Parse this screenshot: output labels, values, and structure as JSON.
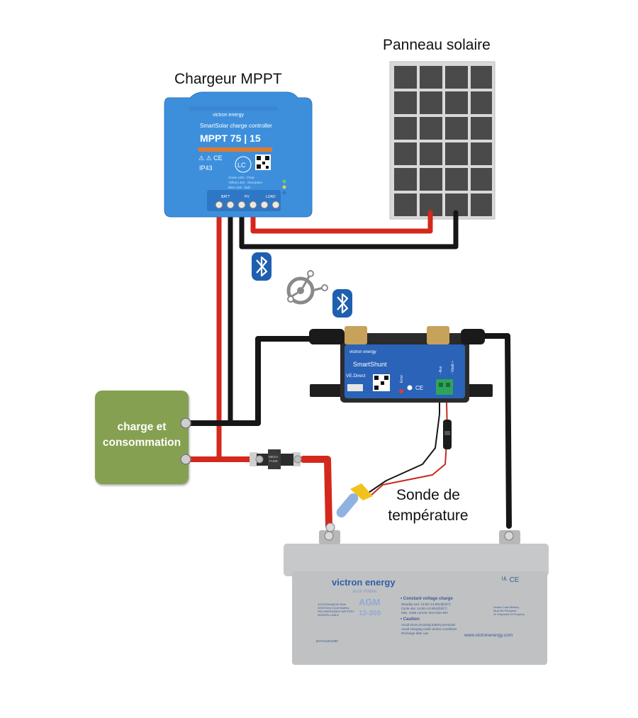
{
  "labels": {
    "mppt": "Chargeur MPPT",
    "panel": "Panneau solaire",
    "load_line1": "charge et",
    "load_line2": "consommation",
    "probe_line1": "Sonde de",
    "probe_line2": "température"
  },
  "mppt_device": {
    "brand": "victron energy",
    "product_line": "SmartSolar charge controller",
    "model": "MPPT 75 | 15",
    "ip_rating": "IP43",
    "led_legend": [
      "Green LED : Float",
      "Yellow LED : Absorption",
      "Blue LED : Bulk"
    ],
    "terminals": [
      "BATT",
      "PV",
      "LOAD"
    ]
  },
  "shunt_device": {
    "brand": "victron energy",
    "name": "SmartShunt",
    "port": "VE.Direct",
    "error_label": "Error",
    "aux_labels": [
      "Aux",
      "Vbatt +"
    ]
  },
  "fuse": {
    "label": "MEGA FUSE"
  },
  "battery": {
    "brand": "victron energy",
    "tagline": "BLUE POWER",
    "type": "AGM",
    "model": "12-200",
    "spec_title": "Constant voltage charge",
    "spec_lines": [
      "Standby use: 13.50~13.80V@25°C",
      "Cycle use: 14.50~14.90V@25°C",
      "Max. initial current: less than 60A"
    ],
    "caution_title": "Caution:",
    "caution_lines": [
      "Avoid short-circuiting battery terminals",
      "Avoid charging under airless conditions",
      "Recharge after use"
    ],
    "left_lines": [
      "12V/200Ah@10h Rate",
      "AGM Deep Cycle Battery",
      "RECHARGEABLE BATTERY",
      "NONSPILLABLE"
    ],
    "part_number": "BAT412201080",
    "website": "www.victronenergy.com",
    "right_note": [
      "Sealed Lead Battery",
      "Must Be Recycled",
      "Or Disposed Of Properly"
    ]
  },
  "colors": {
    "wire_red": "#d4281c",
    "wire_black": "#161616",
    "victron_blue": "#3d8fdc",
    "shunt_body": "#2a63b8",
    "load_green": "#86a051",
    "panel_cell": "#4a4a4a",
    "battery_body": "#c6c8ca",
    "bluetooth": "#1e5fb0"
  },
  "icons": [
    "bluetooth-icon",
    "bluetooth-icon",
    "ve-smart-network-icon"
  ]
}
